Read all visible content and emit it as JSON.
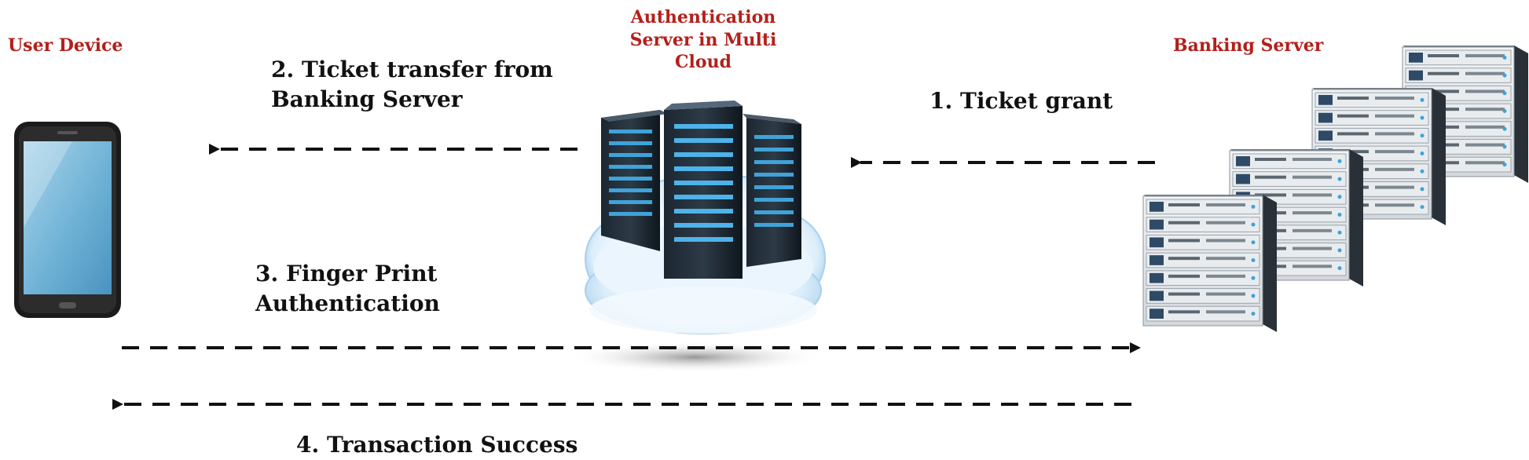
{
  "nodes": {
    "user_device": {
      "label": "User Device"
    },
    "auth_server": {
      "label_lines": [
        "Authentication",
        "Server in Multi",
        "Cloud"
      ]
    },
    "banking_server": {
      "label": "Banking Server"
    }
  },
  "steps": {
    "step1": {
      "label": "1. Ticket grant"
    },
    "step2": {
      "label_lines": [
        "2. Ticket transfer from",
        "Banking Server"
      ]
    },
    "step3": {
      "label_lines": [
        "3. Finger Print",
        "Authentication"
      ]
    },
    "step4": {
      "label": "4. Transaction Success"
    }
  },
  "colors": {
    "node_label": "#b3201b",
    "step_label": "#111111",
    "arrow": "#111111"
  },
  "icons": [
    "smartphone-icon",
    "cloud-server-icon",
    "server-rack-icon"
  ]
}
